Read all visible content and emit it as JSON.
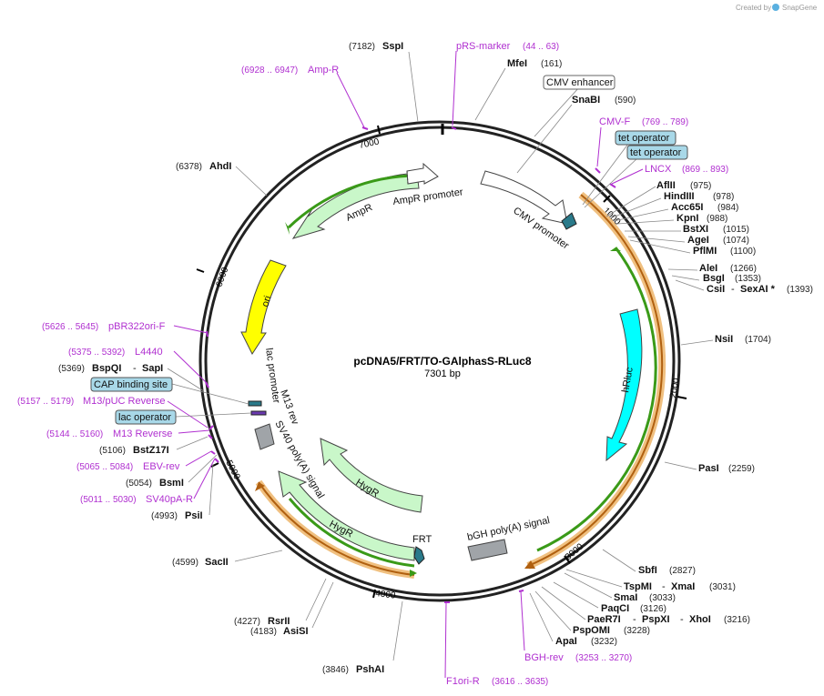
{
  "credit": {
    "created_by": "Created by",
    "app": "SnapGene"
  },
  "plasmid": {
    "name": "pcDNA5/FRT/TO-GAlphasS-RLuc8",
    "length_label": "7301 bp",
    "length": 7301
  },
  "ticks": [
    "1000",
    "2000",
    "3000",
    "4000",
    "5000",
    "6000",
    "7000"
  ],
  "sites": [
    {
      "name": "SspI",
      "pos": "(7182)"
    },
    {
      "name": "MfeI",
      "pos": "(161)"
    },
    {
      "name": "SnaBI",
      "pos": "(590)"
    },
    {
      "name": "AflII",
      "pos": "(975)"
    },
    {
      "name": "HindIII",
      "pos": "(978)"
    },
    {
      "name": "Acc65I",
      "pos": "(984)"
    },
    {
      "name": "KpnI",
      "pos": "(988)"
    },
    {
      "name": "BstXI",
      "pos": "(1015)"
    },
    {
      "name": "AgeI",
      "pos": "(1074)"
    },
    {
      "name": "PflMI",
      "pos": "(1100)"
    },
    {
      "name": "AleI",
      "pos": "(1266)"
    },
    {
      "name": "BsgI",
      "pos": "(1353)"
    },
    {
      "name": "CsiI",
      "name2": "SexAI *",
      "pos": "(1393)"
    },
    {
      "name": "NsiI",
      "pos": "(1704)"
    },
    {
      "name": "PasI",
      "pos": "(2259)"
    },
    {
      "name": "SbfI",
      "pos": "(2827)"
    },
    {
      "name": "TspMI",
      "name2": "XmaI",
      "pos": "(3031)"
    },
    {
      "name": "SmaI",
      "pos": "(3033)"
    },
    {
      "name": "PaqCI",
      "pos": "(3126)"
    },
    {
      "name": "PaeR7I",
      "name2": "PspXI",
      "name3": "XhoI",
      "pos": "(3216)"
    },
    {
      "name": "PspOMI",
      "pos": "(3228)"
    },
    {
      "name": "ApaI",
      "pos": "(3232)"
    },
    {
      "name": "PshAI",
      "pos": "(3846)"
    },
    {
      "name": "AsiSI",
      "pos": "(4183)"
    },
    {
      "name": "RsrII",
      "pos": "(4227)"
    },
    {
      "name": "SacII",
      "pos": "(4599)"
    },
    {
      "name": "PsiI",
      "pos": "(4993)"
    },
    {
      "name": "BsmI",
      "pos": "(5054)"
    },
    {
      "name": "BstZ17I",
      "pos": "(5106)"
    },
    {
      "name": "BspQI",
      "name2": "SapI",
      "pos": "(5369)"
    },
    {
      "name": "AhdI",
      "pos": "(6378)"
    }
  ],
  "primers": [
    {
      "name": "pRS-marker",
      "pos": "(44 .. 63)"
    },
    {
      "name": "Amp-R",
      "pos": "(6928 .. 6947)"
    },
    {
      "name": "CMV-F",
      "pos": "(769 .. 789)"
    },
    {
      "name": "LNCX",
      "pos": "(869 .. 893)"
    },
    {
      "name": "pBR322ori-F",
      "pos": "(5626 .. 5645)"
    },
    {
      "name": "L4440",
      "pos": "(5375 .. 5392)"
    },
    {
      "name": "M13/pUC Reverse",
      "pos": "(5157 .. 5179)"
    },
    {
      "name": "M13 Reverse",
      "pos": "(5144 .. 5160)"
    },
    {
      "name": "EBV-rev",
      "pos": "(5065 .. 5084)"
    },
    {
      "name": "SV40pA-R",
      "pos": "(5011 .. 5030)"
    },
    {
      "name": "BGH-rev",
      "pos": "(3253 .. 3270)"
    },
    {
      "name": "F1ori-R",
      "pos": "(3616 .. 3635)"
    }
  ],
  "boxed": {
    "cmv_enhancer": "CMV enhancer",
    "tet_operator_1": "tet operator",
    "tet_operator_2": "tet operator",
    "cap_binding_site": "CAP binding site",
    "lac_operator": "lac operator"
  },
  "features": {
    "ampr": "AmpR",
    "ampr_promoter": "AmpR promoter",
    "cmv_promoter": "CMV promoter",
    "ori": "ori",
    "lac_promoter": "lac promoter",
    "m13_rev": "M13 rev",
    "sv40_polya": "SV40 poly(A) signal",
    "hygr_1": "HygR",
    "hygr_2": "HygR",
    "frt": "FRT",
    "hrluc": "hRluc",
    "bgh_polya": "bGH poly(A) signal"
  },
  "colors": {
    "backbone": "#222222",
    "primer": "#b030d0",
    "ampr_fill": "#c9f7c9",
    "ori_fill": "#ffff00",
    "hrluc_fill": "#00ffff",
    "orf_green": "#3a9a18",
    "orf_orange": "#f0c080",
    "box_fill": "#a8d8e8",
    "gray_fill": "#a0a4a8"
  }
}
